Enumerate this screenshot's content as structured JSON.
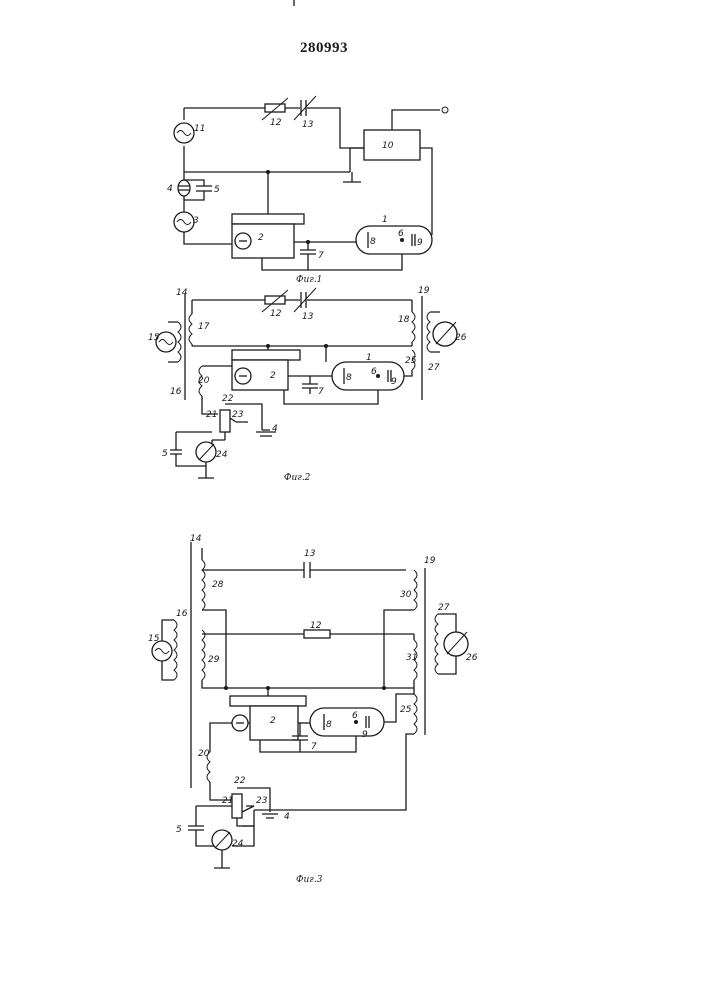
{
  "document": {
    "number": "280993",
    "colors": {
      "ink": "#1a1a1a",
      "paper": "#ffffff"
    }
  },
  "fig1": {
    "caption": "Фиг.1",
    "labels": {
      "source11": "11",
      "resistor12": "12",
      "capacitor13": "13",
      "block10": "10",
      "capacitor4": "4",
      "capacitor5": "5",
      "source3": "3",
      "block2": "2",
      "capacitor7": "7",
      "tube1": "1",
      "electrode8": "8",
      "electrode6": "6",
      "electrode9": "9"
    }
  },
  "fig2": {
    "caption": "Фиг.2",
    "labels": {
      "transformer14": "14",
      "source15": "15",
      "winding16": "16",
      "winding17": "17",
      "resistor12": "12",
      "capacitor13": "13",
      "transformer19": "19",
      "winding18": "18",
      "meter26": "26",
      "winding25": "25",
      "winding27": "27",
      "winding20": "20",
      "block2": "2",
      "tube1": "1",
      "electrode8": "8",
      "electrode6": "6",
      "electrode9": "9",
      "capacitor7": "7",
      "node21": "21",
      "node22": "22",
      "node23": "23",
      "battery4": "4",
      "capacitor5": "5",
      "meter24": "24"
    }
  },
  "fig3": {
    "caption": "Фиг.3",
    "labels": {
      "transformer14": "14",
      "capacitor13": "13",
      "transformer19": "19",
      "winding28": "28",
      "winding30": "30",
      "source15": "15",
      "winding16": "16",
      "winding29": "29",
      "resistor12": "12",
      "winding31": "31",
      "winding27": "27",
      "meter26": "26",
      "winding25": "25",
      "block2": "2",
      "electrode8": "8",
      "electrode6": "6",
      "electrode9": "9",
      "capacitor7": "7",
      "winding20": "20",
      "node22": "22",
      "node21": "21",
      "node23": "23",
      "battery4": "4",
      "capacitor5": "5",
      "meter24": "24"
    }
  }
}
